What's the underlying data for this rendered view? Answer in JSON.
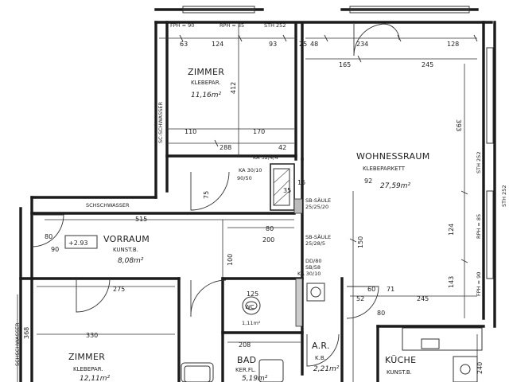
{
  "rooms": {
    "zimmer_top": {
      "name": "ZIMMER",
      "floor": "KLEBEPAR.",
      "area": "11,16m²"
    },
    "wohnraum": {
      "name": "WOHNESSRAUM",
      "floor": "KLEBEPARKETT",
      "area": "27,59m²"
    },
    "vorraum": {
      "name": "VORRAUM",
      "floor": "KUNST.B.",
      "area": "8,08m²"
    },
    "zimmer_bottom": {
      "name": "ZIMMER",
      "floor": "KLEBEPAR.",
      "area": "12,11m²"
    },
    "bad": {
      "name": "BAD",
      "floor": "KER.FL.",
      "area": "5,19m²"
    },
    "ar": {
      "name": "A.R.",
      "floor": "K.B.",
      "area": "2,21m²"
    },
    "kueche": {
      "name": "KÜCHE",
      "floor": "KUNST.B.",
      "area": ""
    },
    "wc": {
      "name": "WC",
      "area": "1,11m²"
    }
  },
  "labels": {
    "level": "+2.93",
    "schachtwasser_h": "SCHSCHWASSER",
    "schachtwasser_v_left": "SCHSCHWASSER",
    "schachtwasser_v_top": "SC-SCHWASSER",
    "sb_saeule_1": "SB-SÄULE",
    "sb_saeule_1_dim": "25/25/20",
    "sb_saeule_2": "SB-SÄULE",
    "sb_saeule_2_dim": "25/28/5",
    "ka_1": "KA 32/4/4",
    "ka_2": "KA 30/10",
    "ka_3": "90/50",
    "dd": "DD/80",
    "sb": "SB/58",
    "ka_4": "KA 30/10",
    "fph_top": "FPH = 90",
    "rph_top": "RPH = 85",
    "sth_top": "STH 252",
    "sth_right": "STH 252",
    "rph_right": "RPH = 85",
    "fph_right": "FPH = 90",
    "sth_far": "STH 252"
  },
  "dims": {
    "d63": "63",
    "d124": "124",
    "d93": "93",
    "d25": "25",
    "d48": "48",
    "d234": "234",
    "d128": "128",
    "d165": "165",
    "d245": "245",
    "d393": "393",
    "d412": "412",
    "d110": "110",
    "d170": "170",
    "d288": "288",
    "d42": "42",
    "d515": "515",
    "d80a": "80",
    "d200": "200",
    "d150": "150",
    "d124b": "124",
    "d143": "143",
    "d100": "100",
    "d275": "275",
    "d330": "330",
    "d80b": "80",
    "d90": "90",
    "d368": "368",
    "d125": "125",
    "d208": "208",
    "d52": "52",
    "d60": "60",
    "d71": "71",
    "d80c": "80",
    "d245b": "245",
    "d240": "240",
    "d35": "35",
    "d15": "15",
    "d75": "75",
    "d92": "92"
  }
}
